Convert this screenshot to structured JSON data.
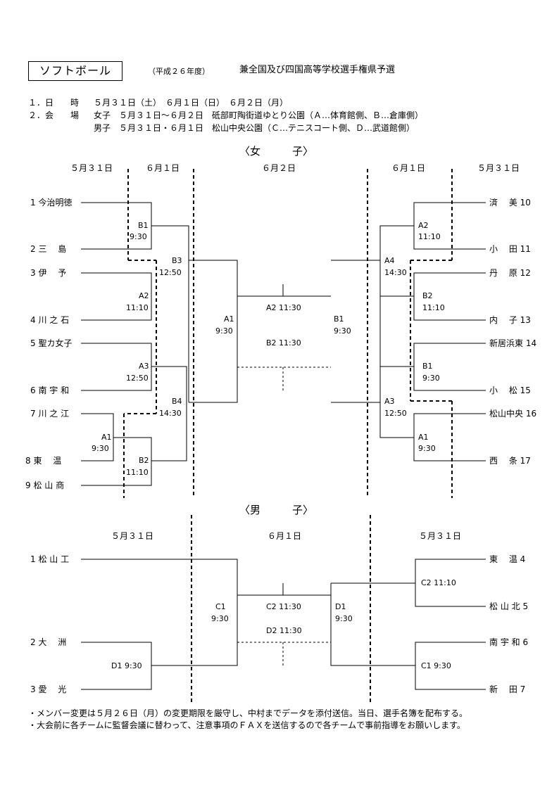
{
  "header": {
    "sport": "ソフトボール",
    "year": "（平成２６年度）",
    "event": "兼全国及び四国高等学校選手権県予選"
  },
  "info": {
    "line1_label": "１．日　　時",
    "line1_value": "５月３１日（土）　６月１日（日）　６月２日（月）",
    "line2_label": "２．会　　場",
    "line2_women": "女子　５月３１日～６月２日　砥部町陶街道ゆとり公園（Ａ…体育館側、Ｂ…倉庫側）",
    "line2_men": "男子　５月３１日・６月１日　松山中央公園（Ｃ…テニスコート側、Ｄ…武道館側）"
  },
  "women": {
    "section": "〈女　　　子〉",
    "dates": {
      "l1": "５月３１日",
      "l2": "６月１日",
      "c": "６月２日",
      "r2": "６月１日",
      "r1": "５月３１日"
    },
    "left_teams": [
      "1 今治明徳",
      "2 三　 島",
      "3 伊　 予",
      "4 川 之 石",
      "5 聖カ女子",
      "6 南 宇 和",
      "7 川 之 江",
      "8 東　 温",
      "9 松 山 商"
    ],
    "right_teams": [
      "済　 美 10",
      "小　 田 11",
      "丹　 原 12",
      "内　 子 13",
      "新居浜東 14",
      "小　 松 15",
      "松山中央 16",
      "西　 条 17"
    ],
    "games": {
      "L_B1": [
        "B1",
        "9:30"
      ],
      "L_A2": [
        "A2",
        "11:10"
      ],
      "L_B3": [
        "B3",
        "12:50"
      ],
      "L_A3": [
        "A3",
        "12:50"
      ],
      "L_A1": [
        "A1",
        "9:30"
      ],
      "L_B2": [
        "B2",
        "11:10"
      ],
      "L_B4": [
        "B4",
        "14:30"
      ],
      "L_semi": [
        "A1",
        "9:30"
      ],
      "final_top": "A2 11:30",
      "final_bottom": "B2 11:30",
      "R_semi": [
        "B1",
        "9:30"
      ],
      "R_A2": [
        "A2",
        "11:10"
      ],
      "R_A4": [
        "A4",
        "14:30"
      ],
      "R_B2": [
        "B2",
        "11:10"
      ],
      "R_B1": [
        "B1",
        "9:30"
      ],
      "R_A3": [
        "A3",
        "12:50"
      ],
      "R_A1": [
        "A1",
        "9:30"
      ]
    }
  },
  "men": {
    "section": "〈男　　　子〉",
    "dates": {
      "l": "５月３１日",
      "c": "６月１日",
      "r": "５月３１日"
    },
    "left_teams": [
      "1 松 山 工",
      "2 大　 洲",
      "3 愛　 光"
    ],
    "right_teams": [
      "東　 温 4",
      "松 山 北 5",
      "南 宇 和 6",
      "新　 田 7"
    ],
    "games": {
      "L_semi": [
        "C1",
        "9:30"
      ],
      "L_D1": "D1 9:30",
      "final_top": "C2 11:30",
      "final_bottom": "D2 11:30",
      "R_semi": [
        "D1",
        "9:30"
      ],
      "R_C2": "C2 11:10",
      "R_C1": "C1 9:30"
    }
  },
  "notes": [
    "・メンバー変更は５月２６日（月）の変更期限を厳守し、中村までデータを添付送信。当日、選手名簿を配布する。",
    "・大会前に各チームに監督会議に替わって、注意事項のＦＡＸを送信するので各チームで事前指導をお願いします。"
  ]
}
